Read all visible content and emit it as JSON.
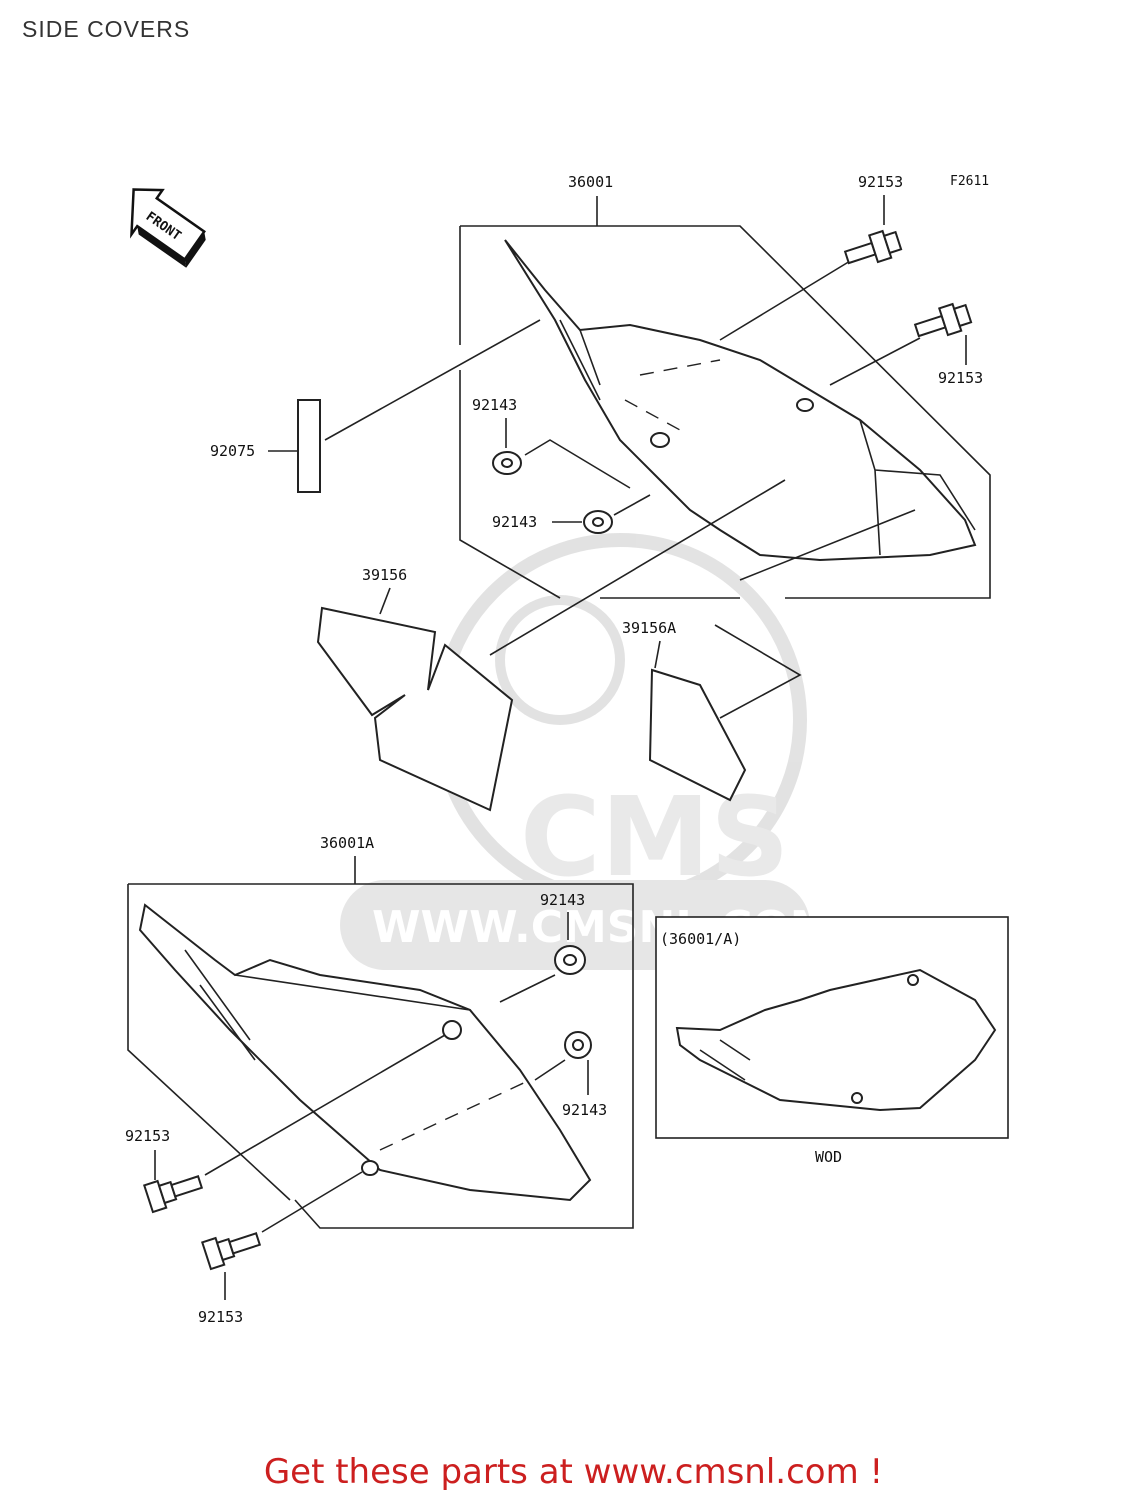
{
  "header": {
    "title": "SIDE COVERS"
  },
  "diagram": {
    "figure_code": "F2611",
    "front_label": "FRONT",
    "labels": {
      "p36001": "36001",
      "p92153_top": "92153",
      "p92153_right": "92153",
      "p92075": "92075",
      "p92143_a": "92143",
      "p92143_b": "92143",
      "p39156": "39156",
      "p39156A": "39156A",
      "p36001A": "36001A",
      "p92143_c": "92143",
      "p92143_d": "92143",
      "p92153_c": "92153",
      "p92153_d": "92153",
      "inset_title": "(36001/A)",
      "inset_caption": "WOD"
    },
    "watermark": {
      "brand": "CMS",
      "url": "WWW.CMSNL.COM"
    }
  },
  "footer": {
    "cta": "Get these parts at www.cmsnl.com !"
  }
}
